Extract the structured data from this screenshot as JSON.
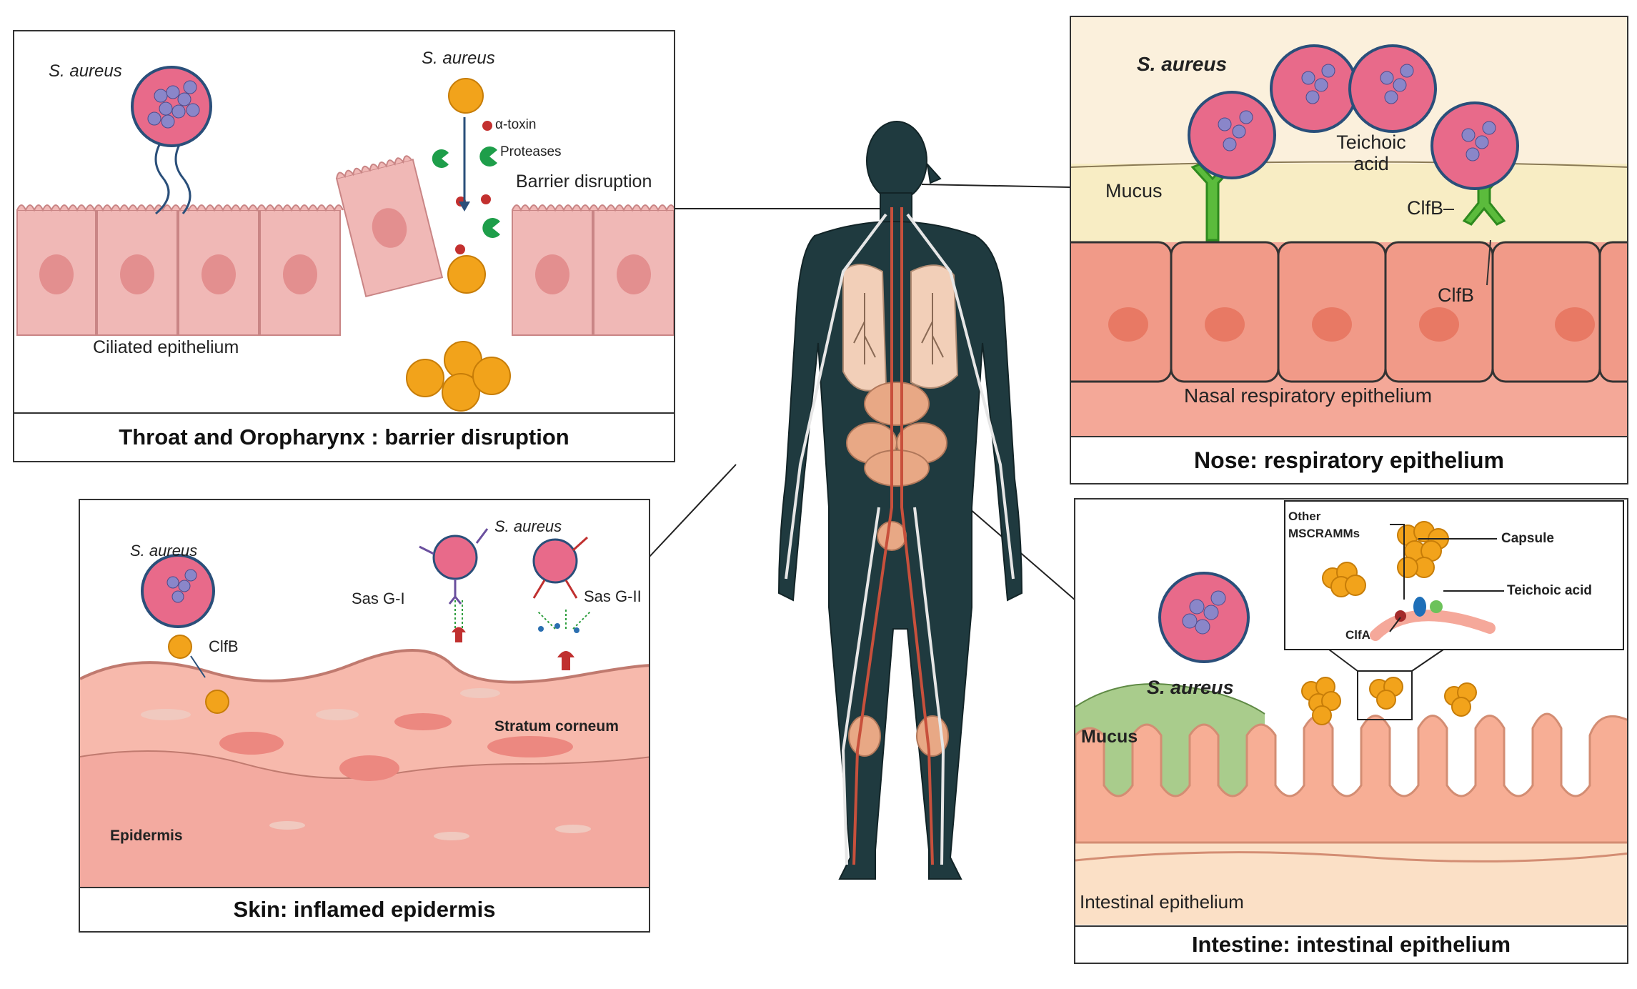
{
  "panels": {
    "throat": {
      "title": "Throat and Oropharynx : barrier disruption",
      "s_aureus_1": "S. aureus",
      "s_aureus_2": "S. aureus",
      "alpha_toxin": "α-toxin",
      "proteases": "Proteases",
      "barrier": "Barrier disruption",
      "epithelium": "Ciliated epithelium"
    },
    "nose": {
      "title": "Nose: respiratory epithelium",
      "s_aureus": "S. aureus",
      "teichoic": "Teichoic acid",
      "mucus": "Mucus",
      "clfb_1": "ClfB–",
      "clfb_2": "ClfB",
      "epithelium": "Nasal respiratory epithelium"
    },
    "skin": {
      "title": "Skin: inflamed epidermis",
      "s_aureus_1": "S. aureus",
      "s_aureus_2": "S. aureus",
      "clfb": "ClfB",
      "sasg1": "Sas G-I",
      "sasg2": "Sas G-II",
      "stratum": "Stratum corneum",
      "epidermis": "Epidermis"
    },
    "intestine": {
      "title": "Intestine: intestinal epithelium",
      "other": "Other",
      "msc": "MSCRAMMs",
      "capsule": "Capsule",
      "teichoic": "Teichoic acid",
      "clfa": "ClfA",
      "s_aureus": "S. aureus",
      "mucus": "Mucus",
      "epithelium": "Intestinal epithelium"
    }
  },
  "colors": {
    "cell": "#f0b8b6",
    "cell_edge": "#c98585",
    "coccus": "#f2a31b",
    "mucus_nose": "#f8edc4",
    "mucus_gut": "#a9cc8c",
    "receptor": "#5bbb3c",
    "body": "#1f3a3f",
    "bg_cream": "#fbf0dc"
  }
}
